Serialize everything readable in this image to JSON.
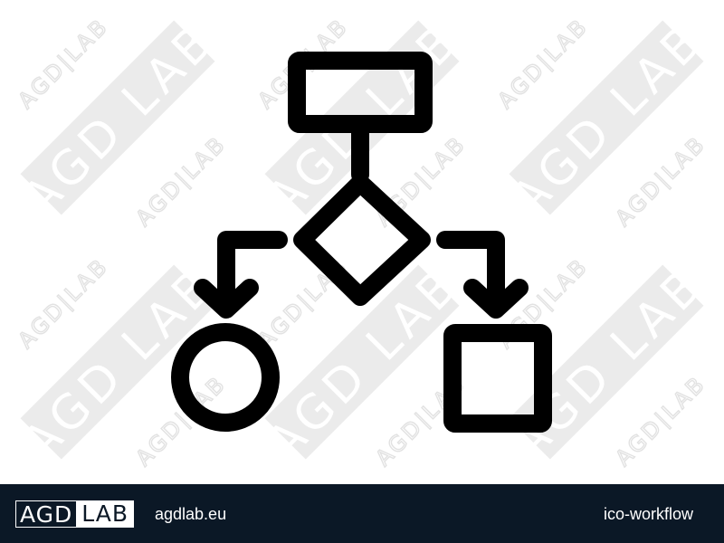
{
  "watermark": {
    "text": "AGDLAB",
    "color": "#e6e6e6"
  },
  "icon": {
    "name": "workflow-icon",
    "color": "#000000",
    "shapes": [
      "process-rectangle",
      "decision-diamond",
      "terminal-circle",
      "output-square"
    ]
  },
  "footer": {
    "background": "#0b1826",
    "logo_left": "AGD",
    "logo_right": "LAB",
    "site_url": "agdlab.eu",
    "icon_code": "ico-workflow"
  }
}
